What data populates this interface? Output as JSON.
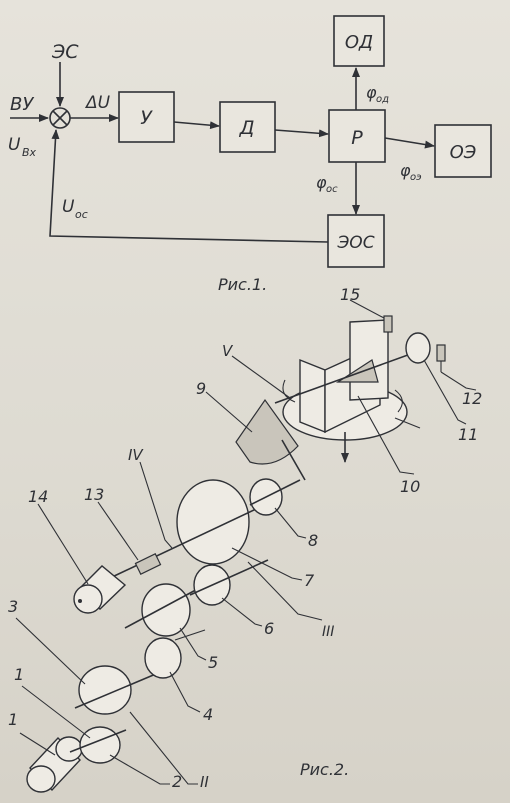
{
  "figure1": {
    "caption": "Рис.1.",
    "inputs": {
      "zs": "ЭС",
      "vu": "ВУ",
      "u_in": "U",
      "u_in_sub": "Вх",
      "delta_u": "ΔU"
    },
    "blocks": {
      "u": "У",
      "d": "Д",
      "r": "Р",
      "od": "ОД",
      "oe": "ОЭ",
      "eos": "ЭОС"
    },
    "signals": {
      "phi_od": "φ",
      "phi_od_sub": "од",
      "phi_oe": "φ",
      "phi_oe_sub": "оэ",
      "phi_os": "φ",
      "phi_os_sub": "ос",
      "u_os": "U",
      "u_os_sub": "ос"
    }
  },
  "figure2": {
    "caption": "Рис.2.",
    "labels": {
      "n1a": "1",
      "n1b": "1",
      "n2": "2",
      "n3": "3",
      "n4": "4",
      "n5": "5",
      "n6": "6",
      "n7": "7",
      "n8": "8",
      "n9": "9",
      "n10": "10",
      "n11": "11",
      "n12": "12",
      "n13": "13",
      "n14": "14",
      "n15": "15",
      "rII": "II",
      "rIII": "III",
      "rIV": "IV",
      "rV": "V"
    }
  }
}
